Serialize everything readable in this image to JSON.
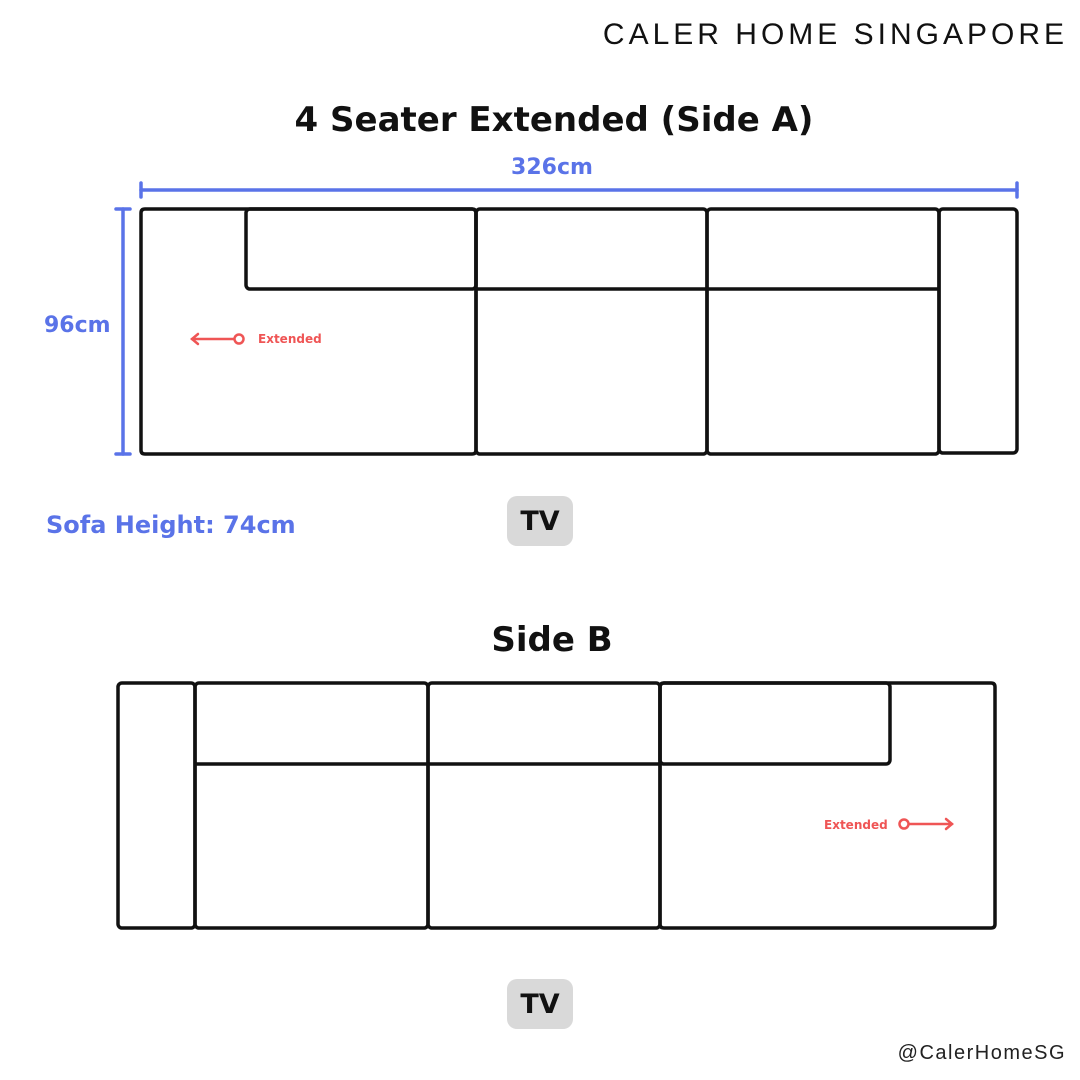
{
  "brand": "CALER HOME SINGAPORE",
  "side_a": {
    "title": "4 Seater Extended (Side A)",
    "width_label": "326cm",
    "depth_label": "96cm",
    "extended_label": "Extended",
    "tv_label": "TV"
  },
  "sofa_height": "Sofa Height: 74cm",
  "side_b": {
    "title": "Side B",
    "extended_label": "Extended",
    "tv_label": "TV"
  },
  "handle": "@CalerHomeSG",
  "colors": {
    "dimension": "#5a73e8",
    "extended": "#ef5555",
    "outline": "#111111",
    "tv_badge": "#d9d9d9"
  }
}
